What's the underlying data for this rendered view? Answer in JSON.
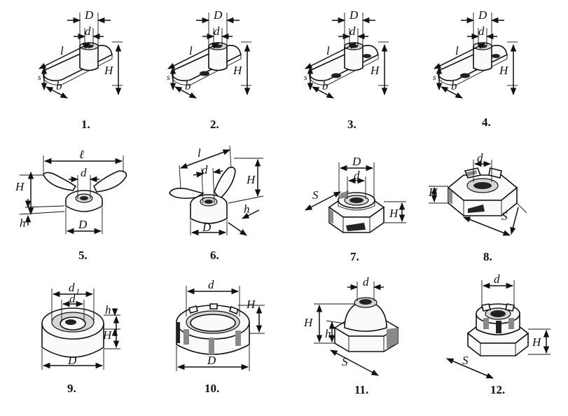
{
  "figures": [
    {
      "id": "1",
      "caption": "1.",
      "dims": {
        "D": "D",
        "d": "d",
        "l": "l",
        "H": "H",
        "b": "b",
        "s": "s"
      }
    },
    {
      "id": "2",
      "caption": "2.",
      "dims": {
        "D": "D",
        "d": "d",
        "l": "l",
        "H": "H",
        "b": "b",
        "s": "s"
      }
    },
    {
      "id": "3",
      "caption": "3.",
      "dims": {
        "D": "D",
        "d": "d",
        "l": "l",
        "H": "H",
        "b": "b",
        "s": "s"
      }
    },
    {
      "id": "4",
      "caption": "4.",
      "dims": {
        "D": "D",
        "d": "d",
        "l": "l",
        "H": "H",
        "b": "b",
        "s": "s"
      }
    },
    {
      "id": "5",
      "caption": "5.",
      "dims": {
        "l": "ℓ",
        "d": "d",
        "H": "H",
        "h": "h",
        "D": "D"
      }
    },
    {
      "id": "6",
      "caption": "6.",
      "dims": {
        "l": "l",
        "d": "d",
        "H": "H",
        "D": "D",
        "h": "h"
      }
    },
    {
      "id": "7",
      "caption": "7.",
      "dims": {
        "D": "D",
        "d": "d",
        "S": "S",
        "H": "H"
      }
    },
    {
      "id": "8",
      "caption": "8.",
      "dims": {
        "d": "d",
        "H": "H",
        "S": "S"
      }
    },
    {
      "id": "9",
      "caption": "9.",
      "dims": {
        "d1": "d",
        "d1_sub": "1",
        "d": "d",
        "h": "h",
        "H": "H",
        "D": "D"
      }
    },
    {
      "id": "10",
      "caption": "10.",
      "dims": {
        "d": "d",
        "H": "H",
        "D": "D"
      }
    },
    {
      "id": "11",
      "caption": "11.",
      "dims": {
        "d": "d",
        "H": "H",
        "h": "h",
        "S": "S"
      }
    },
    {
      "id": "12",
      "caption": "12.",
      "dims": {
        "d": "d",
        "H": "H",
        "S": "S"
      }
    }
  ]
}
